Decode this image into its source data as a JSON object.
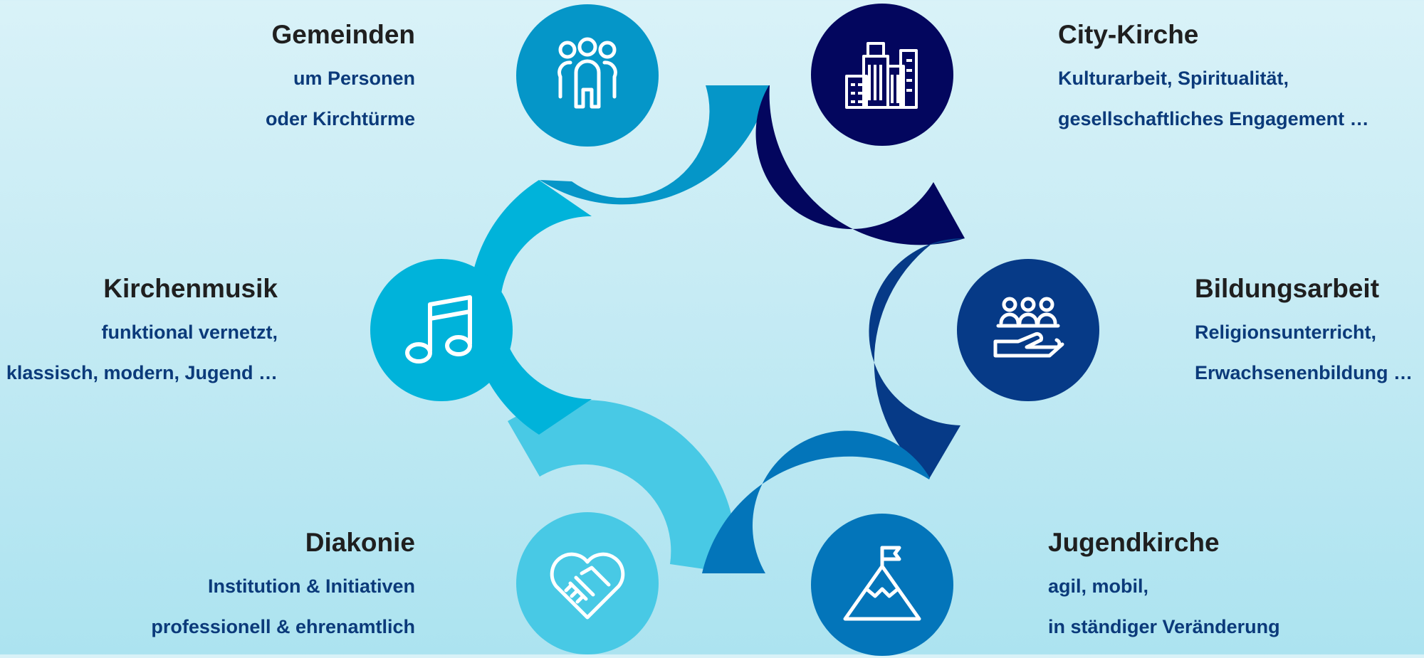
{
  "colors": {
    "gemeinden": "#0596c8",
    "city_kirche": "#03065e",
    "bildungsarbeit": "#063a87",
    "jugendkirche": "#0375ba",
    "diakonie": "#48c9e5",
    "kirchenmusik": "#00b3da"
  },
  "sections": {
    "gemeinden": {
      "title": "Gemeinden",
      "lines": [
        "um Personen",
        "oder Kirchtürme"
      ],
      "icon": "people-group-icon"
    },
    "city_kirche": {
      "title": "City-Kirche",
      "lines": [
        "Kulturarbeit, Spiritualität,",
        "gesellschaftliches Engagement …"
      ],
      "icon": "city-buildings-icon"
    },
    "kirchenmusik": {
      "title": "Kirchenmusik",
      "lines": [
        "funktional vernetzt,",
        "klassisch, modern, Jugend …"
      ],
      "icon": "music-note-icon"
    },
    "bildungsarbeit": {
      "title": "Bildungsarbeit",
      "lines": [
        "Religionsunterricht,",
        "Erwachsenenbildung …"
      ],
      "icon": "education-hand-icon"
    },
    "diakonie": {
      "title": "Diakonie",
      "lines": [
        "Institution & Initiativen",
        "professionell & ehrenamtlich"
      ],
      "icon": "handshake-heart-icon"
    },
    "jugendkirche": {
      "title": "Jugendkirche",
      "lines": [
        "agil, mobil,",
        "in ständiger Veränderung"
      ],
      "icon": "mountain-flag-icon"
    }
  }
}
